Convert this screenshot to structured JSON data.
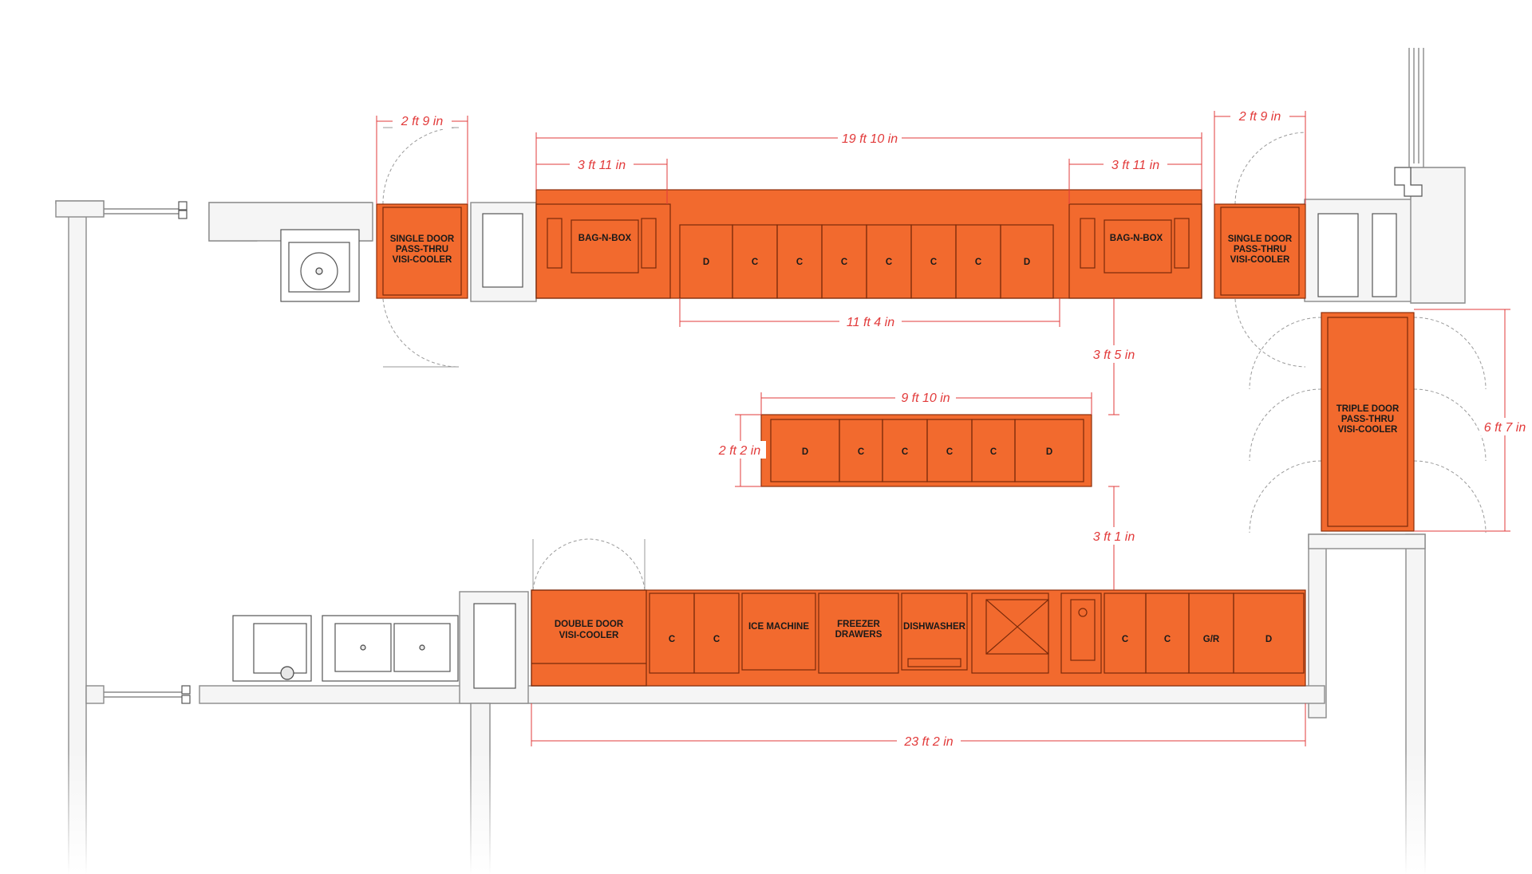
{
  "units": {
    "single_door_left": [
      "SINGLE DOOR",
      "PASS-THRU",
      "VISI-COOLER"
    ],
    "single_door_right": [
      "SINGLE DOOR",
      "PASS-THRU",
      "VISI-COOLER"
    ],
    "bag_n_box_left": "BAG-N-BOX",
    "bag_n_box_right": "BAG-N-BOX",
    "top_cabinets": [
      "D",
      "C",
      "C",
      "C",
      "C",
      "C",
      "C",
      "D"
    ],
    "island_cabinets": [
      "D",
      "C",
      "C",
      "C",
      "C",
      "D"
    ],
    "triple_door": [
      "TRIPLE DOOR",
      "PASS-THRU",
      "VISI-COOLER"
    ],
    "double_door": [
      "DOUBLE DOOR",
      "VISI-COOLER"
    ],
    "bottom_cabinets_left": [
      "C",
      "C"
    ],
    "ice_machine": "ICE MACHINE",
    "freezer_drawers": [
      "FREEZER",
      "DRAWERS"
    ],
    "dishwasher": "DISHWASHER",
    "bottom_cabinets_right": [
      "C",
      "C",
      "G/R",
      "D"
    ]
  },
  "dimensions": {
    "left_cooler_width": "2 ft 9 in",
    "right_cooler_width": "2 ft 9 in",
    "top_run": "19 ft 10 in",
    "bag_left": "3 ft 11 in",
    "bag_right": "3 ft 11 in",
    "top_cabinet_run": "11 ft 4 in",
    "aisle_top": "3 ft 5 in",
    "island_length": "9 ft 10 in",
    "island_depth": "2 ft 2 in",
    "aisle_bottom": "3 ft 1 in",
    "triple_cooler_length": "6 ft 7 in",
    "bottom_run": "23 ft 2 in"
  },
  "colors": {
    "equipment": "#f26a2e",
    "dimension": "#e23b3b",
    "wall": "#8a8a8a"
  }
}
